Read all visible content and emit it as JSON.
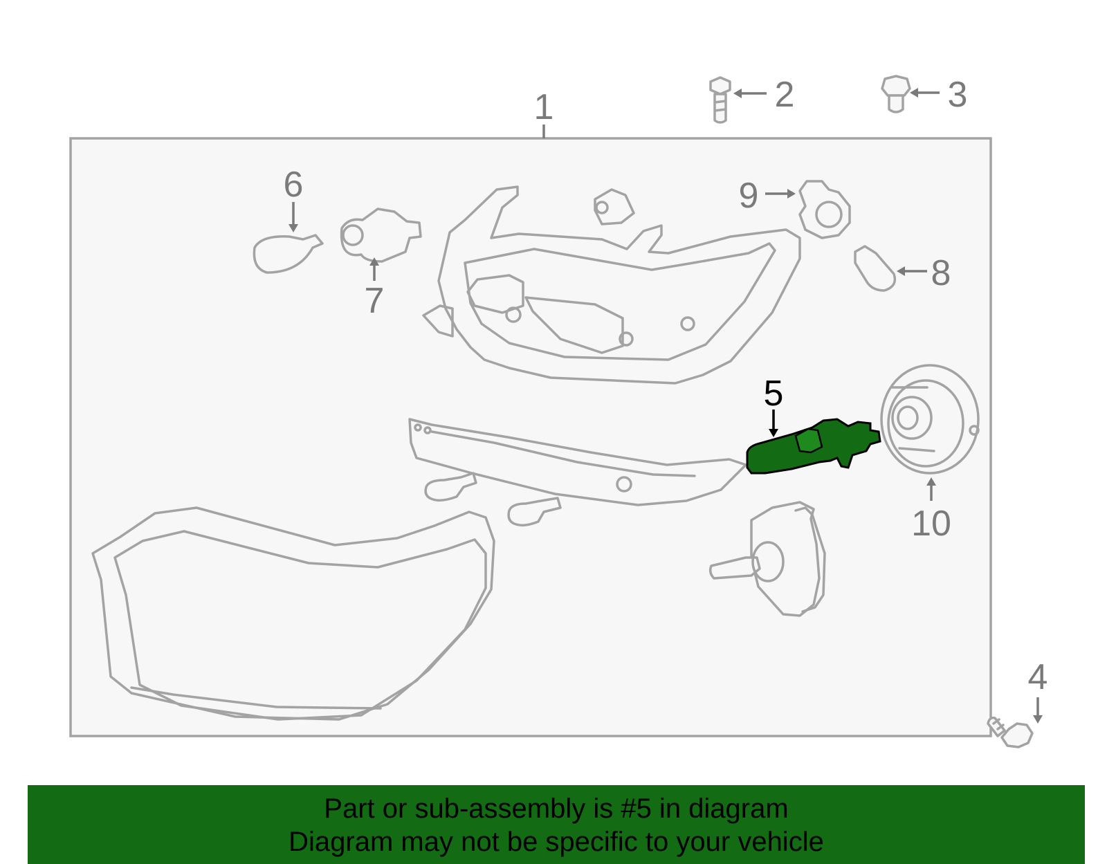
{
  "callouts": {
    "c1": "1",
    "c2": "2",
    "c3": "3",
    "c4": "4",
    "c5": "5",
    "c6": "6",
    "c7": "7",
    "c8": "8",
    "c9": "9",
    "c10": "10"
  },
  "highlight": {
    "part": "5",
    "color": "#136b13"
  },
  "banner": {
    "line1": "Part or sub-assembly is #5 in diagram",
    "line2": "Diagram may not be specific to your vehicle",
    "background": "#136b13"
  }
}
